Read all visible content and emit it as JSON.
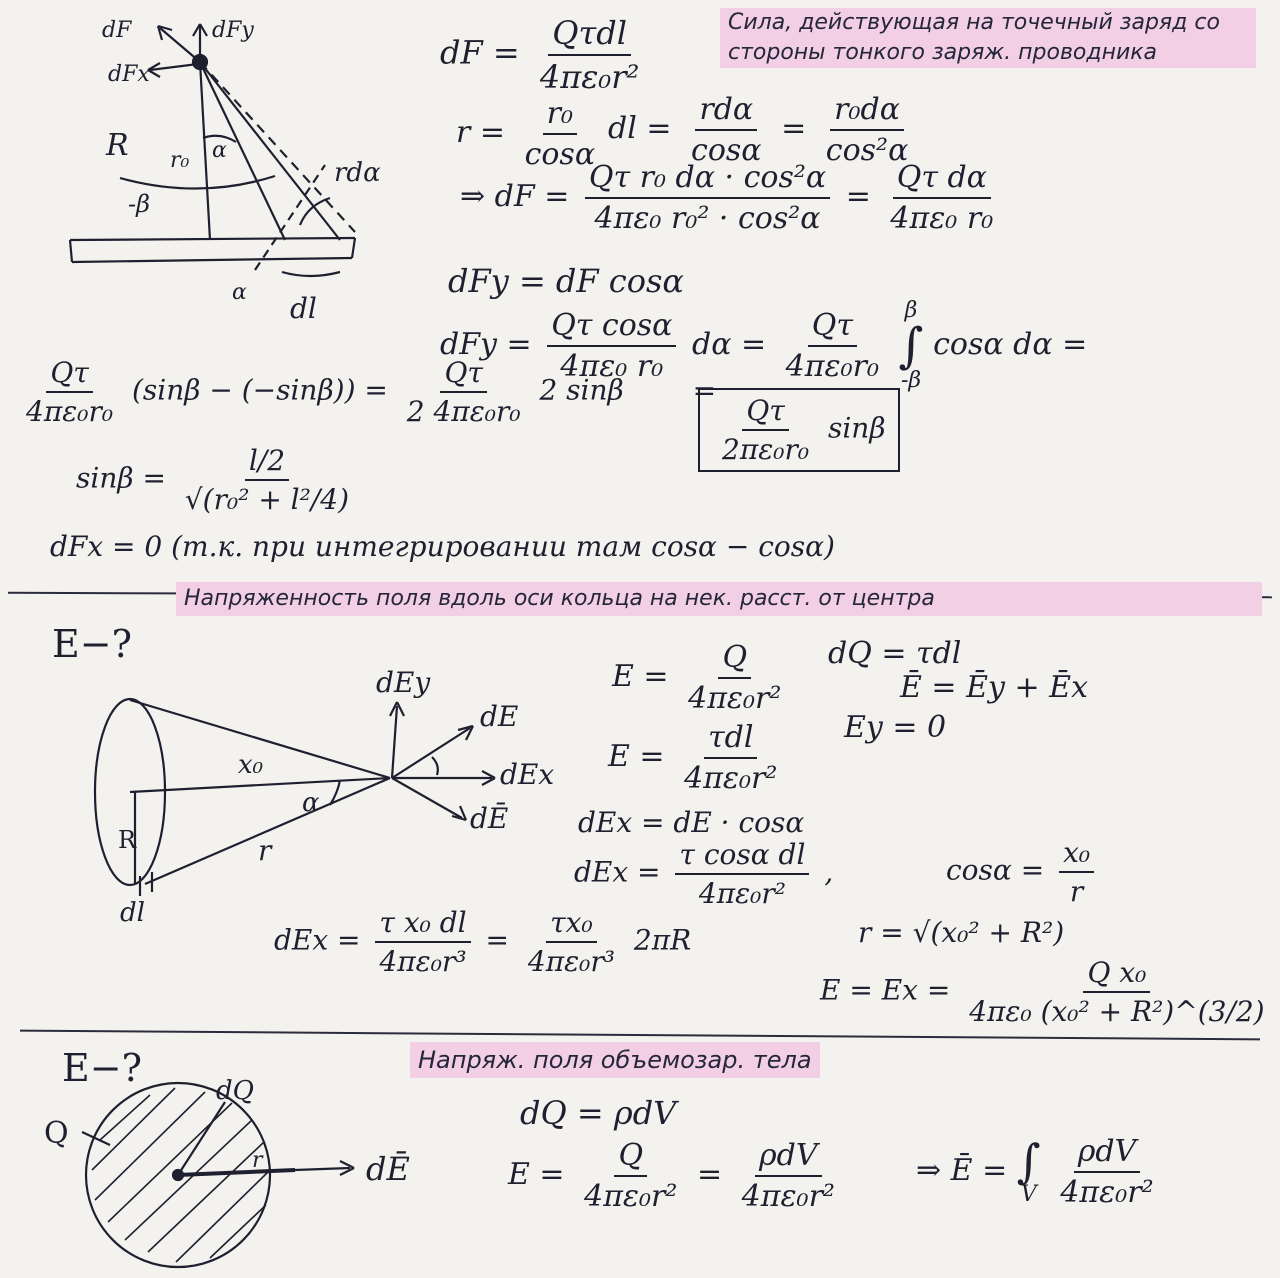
{
  "section1": {
    "note": "Сила, действующая на точечный заряд со стороны тонкого заряж. проводника",
    "fig_labels": {
      "dF": "dF",
      "dFy": "dFy",
      "dFx": "dFx",
      "R": "R",
      "r0": "r₀",
      "alpha": "α",
      "minus_beta": "-β",
      "rdalpha": "rdα",
      "alpha_low": "α",
      "dl": "dl"
    },
    "f1_lhs": "dF =",
    "f1_num": "Qτdl",
    "f1_den": "4πε₀r²",
    "f2_lhs": "r =",
    "f2_num": "r₀",
    "f2_den": "cosα",
    "f3_lhs": "dl =",
    "f3_num1": "rdα",
    "f3_den1": "cosα",
    "f3_eq": "=",
    "f3_num2": "r₀dα",
    "f3_den2": "cos²α",
    "f4_lhs": "⇒ dF =",
    "f4_num": "Qτ r₀ dα · cos²α",
    "f4_den": "4πε₀ r₀² · cos²α",
    "f4_eq": "=",
    "f4_num2": "Qτ dα",
    "f4_den2": "4πε₀ r₀",
    "f5": "dFy = dF cosα",
    "f6_lhs": "dFy =",
    "f6_num": "Qτ cosα",
    "f6_den": "4πε₀ r₀",
    "f6_mid": "dα =",
    "f6_num2": "Qτ",
    "f6_den2": "4πε₀r₀",
    "f6_int": "∫",
    "f6_upper": "β",
    "f6_lower": "-β",
    "f6_tail": "cosα dα =",
    "f7_num": "Qτ",
    "f7_den": "4πε₀r₀",
    "f7_mid": "(sinβ − (−sinβ)) =",
    "f7_num2": "Qτ",
    "f7_den2": "2 4πε₀r₀",
    "f7_tail": "2 sinβ",
    "f7_eq": "=",
    "f7_box_num": "Qτ",
    "f7_box_den": "2πε₀r₀",
    "f7_box_tail": "sinβ",
    "f8_lhs": "sinβ =",
    "f8_num": "l/2",
    "f8_den": "√(r₀² + l²/4)",
    "f9": "dFx = 0 (т.к. при интегрировании там cosα − cosα)"
  },
  "section2": {
    "title": "Напряженность поля вдоль оси кольца на нек. расст. от центра",
    "question": "E−?",
    "fig_labels": {
      "dEy": "dEy",
      "dE": "dE",
      "dEx": "dEx",
      "dE_bar": "dĒ",
      "x0": "x₀",
      "alpha": "α",
      "R": "R",
      "r": "r",
      "dl": "dl"
    },
    "g1_lhs": "E =",
    "g1_num": "Q",
    "g1_den": "4πε₀r²",
    "g2": "dQ = τdl",
    "g3": "Ē = Ēy + Ēx",
    "g4_lhs": "E =",
    "g4_num": "τdl",
    "g4_den": "4πε₀r²",
    "g5": "Ey = 0",
    "g6": "dEx = dE · cosα",
    "g7_lhs": "dEx =",
    "g7_num": "τ cosα dl",
    "g7_den": "4πε₀r²",
    "g7_comma": ",",
    "g8_lhs": "cosα =",
    "g8_num": "x₀",
    "g8_den": "r",
    "g9_lhs": "dEx =",
    "g9_num": "τ x₀ dl",
    "g9_den": "4πε₀r³",
    "g9_eq": "=",
    "g9_num2": "τx₀",
    "g9_den2": "4πε₀r³",
    "g9_tail": "2πR",
    "g10": "r = √(x₀² + R²)",
    "g11_lhs": "E = Ex =",
    "g11_num": "Q x₀",
    "g11_den": "4πε₀ (x₀² + R²)^(3/2)"
  },
  "section3": {
    "title": "Напряж. поля объемозар. тела",
    "question": "E−?",
    "fig_labels": {
      "Q": "Q",
      "dQ": "dQ",
      "r": "r",
      "dE": "dĒ"
    },
    "h1": "dQ = ρdV",
    "h2_lhs": "E =",
    "h2_num": "Q",
    "h2_den": "4πε₀r²",
    "h2_eq": "=",
    "h2_num2": "ρdV",
    "h2_den2": "4πε₀r²",
    "h3_lhs": "⇒ Ē =",
    "h3_int": "∫",
    "h3_sub": "V",
    "h3_num": "ρdV",
    "h3_den": "4πε₀r²"
  }
}
